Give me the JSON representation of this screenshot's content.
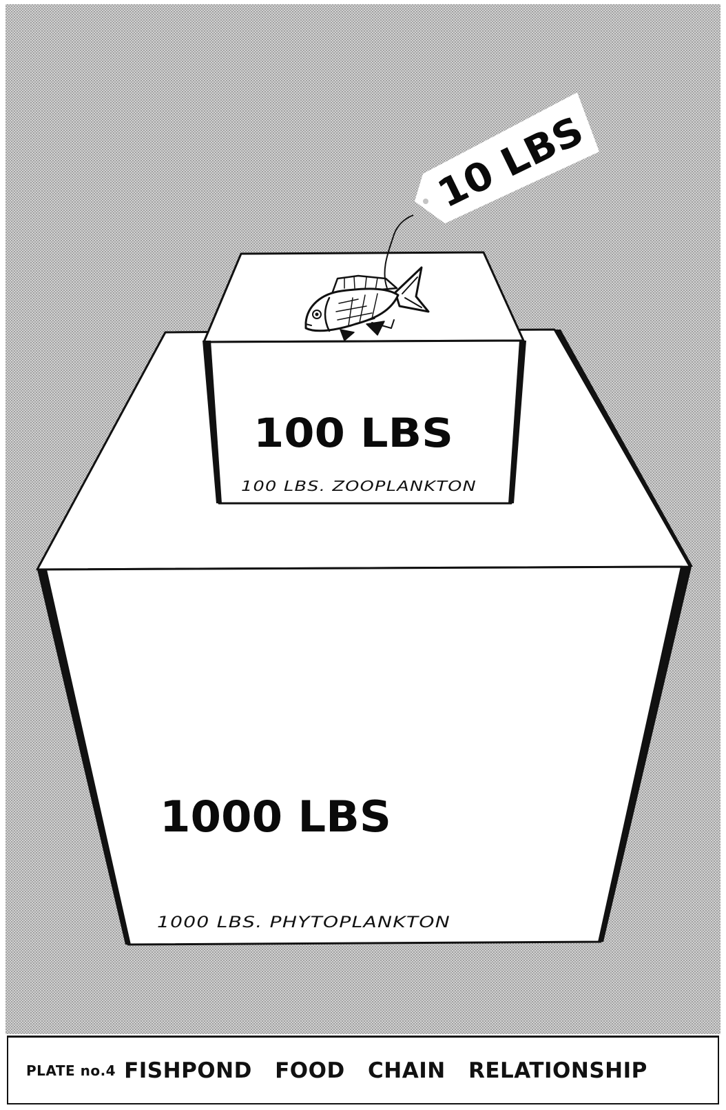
{
  "diagram": {
    "levels": [
      {
        "id": "phytoplankton",
        "weight_label": "1000 LBS",
        "note": "1000 LBS. PHYTOPLANKTON"
      },
      {
        "id": "zooplankton",
        "weight_label": "100 LBS",
        "note": "100 LBS. ZOOPLANKTON"
      },
      {
        "id": "fish",
        "weight_label": "10 LBS"
      }
    ]
  },
  "caption": {
    "plate": "PLATE no.4",
    "title": "FISHPOND  FOOD  CHAIN  RELATIONSHIP"
  },
  "colors": {
    "background": "#c4c4c4",
    "box_face": "#ffffff",
    "ink": "#111111"
  },
  "icons": [
    "fish-icon",
    "price-tag-icon"
  ]
}
